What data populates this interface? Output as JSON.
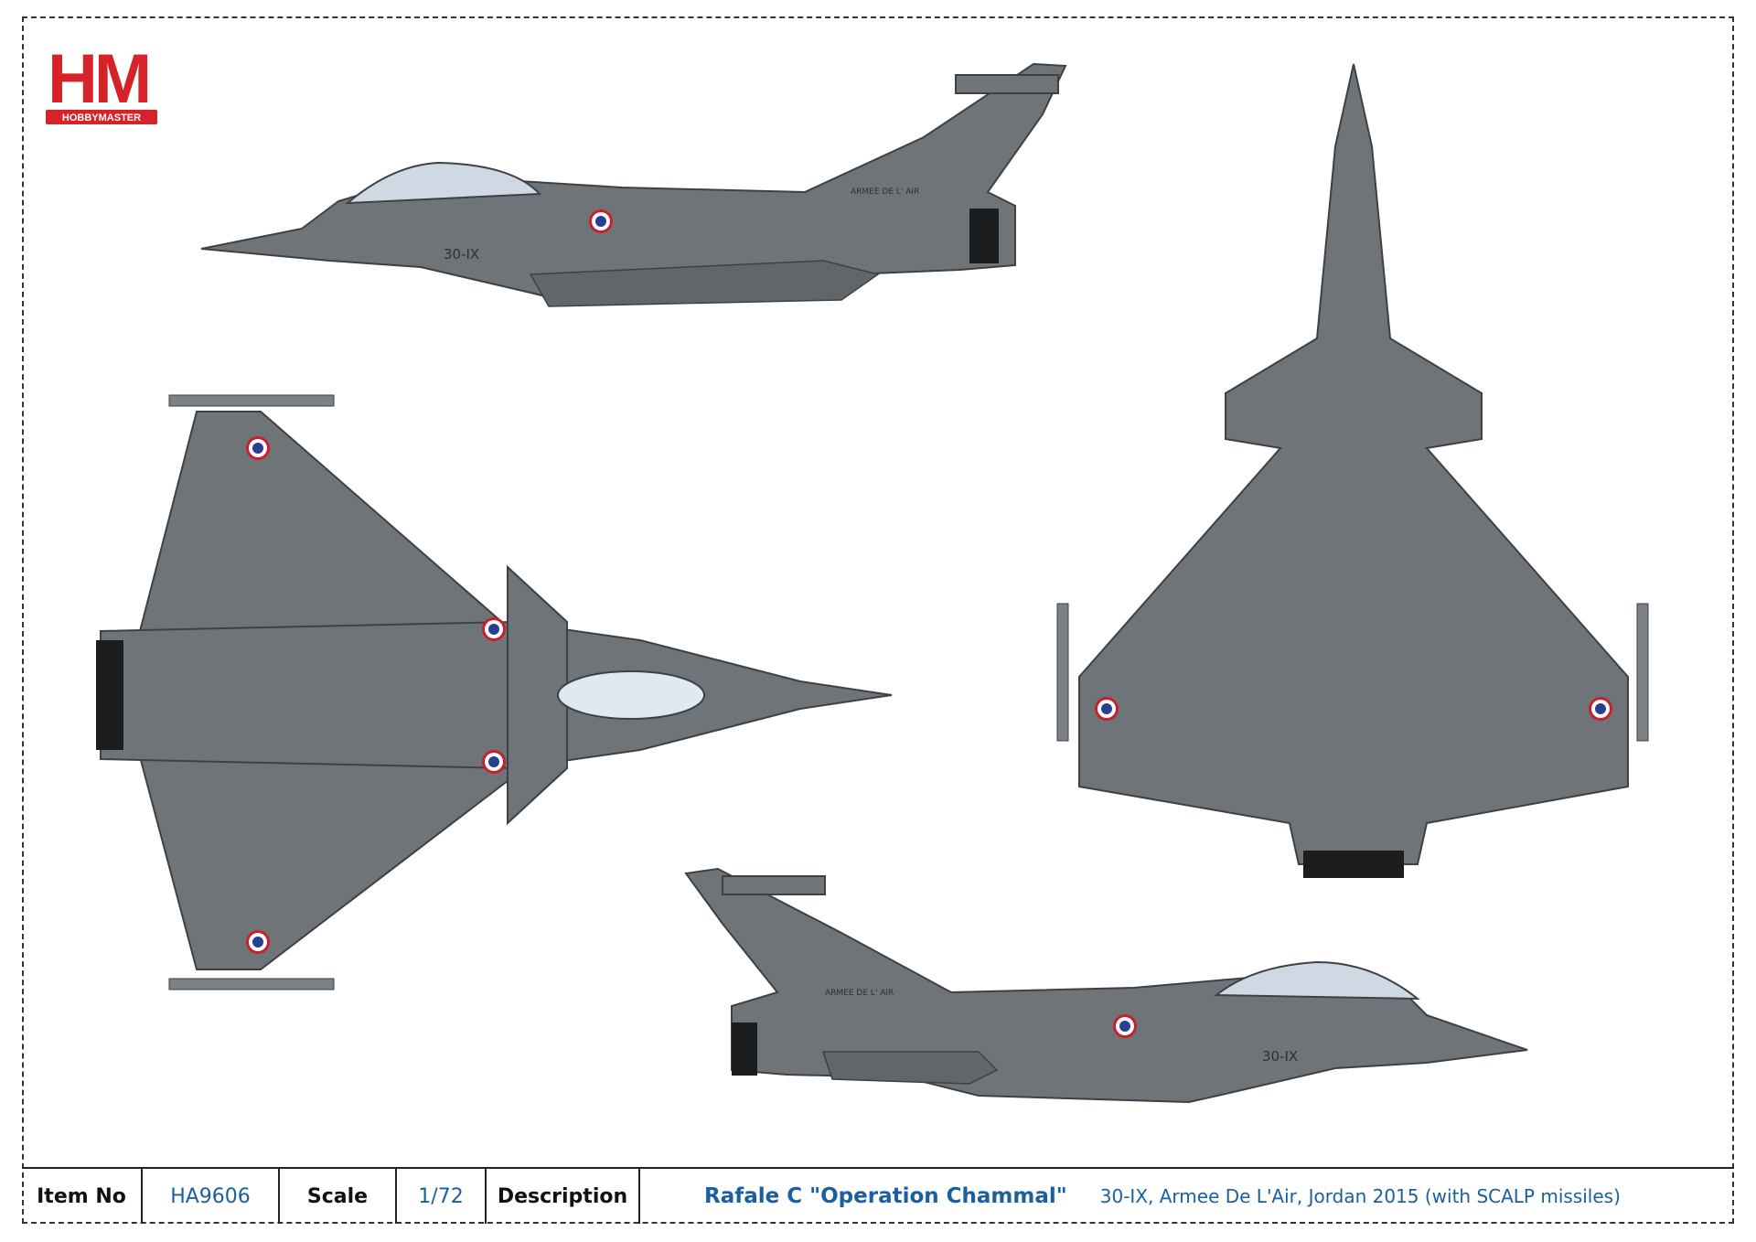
{
  "logo": {
    "letters": "HM",
    "brand": "HOBBYMASTER",
    "color": "#d7222a"
  },
  "aircraft_markings": {
    "code": "30-IX",
    "service": "ARMEE DE L' AIR"
  },
  "table": {
    "item_no_label": "Item No",
    "item_no_value": "HA9606",
    "scale_label": "Scale",
    "scale_value": "1/72",
    "description_label": "Description",
    "description_title": "Rafale C \"Operation Chammal\"",
    "description_detail": "30-IX, Armee De L'Air, Jordan 2015 (with SCALP missiles)"
  },
  "colors": {
    "aircraft": "#6f7479",
    "accent_text": "#1a5fa0",
    "roundel_red": "#c8202a",
    "roundel_blue": "#2a3f8f"
  }
}
